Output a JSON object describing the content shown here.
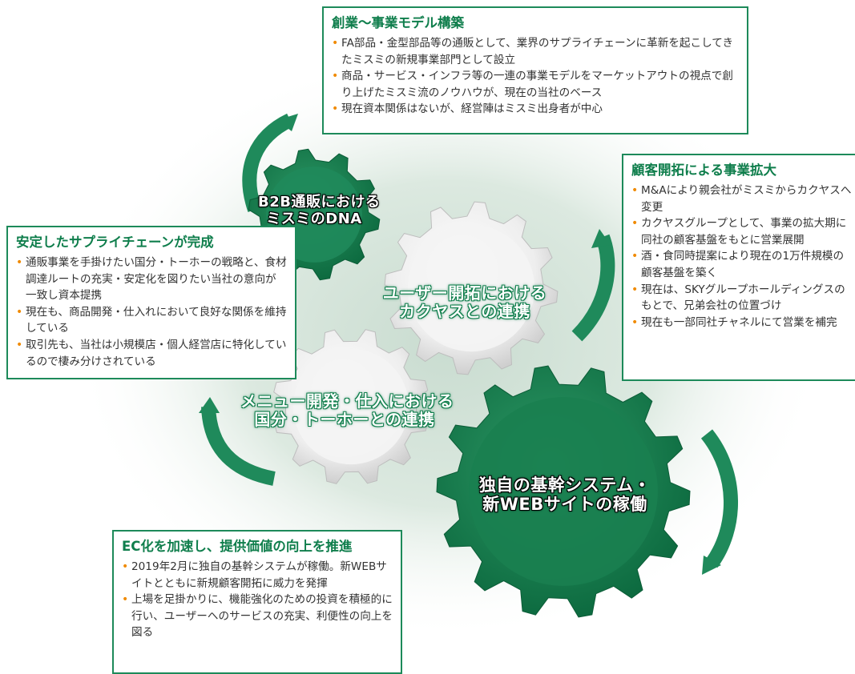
{
  "boxes": {
    "founding": {
      "title": "創業〜事業モデル構築",
      "items": [
        "FA部品・金型部品等の通販として、業界のサプライチェーンに革新を起こしてきたミスミの新規事業部門として設立",
        "商品・サービス・インフラ等の一連の事業モデルをマーケットアウトの視点で創り上げたミスミ流のノウハウが、現在の当社のベース",
        "現在資本関係はないが、経営陣はミスミ出身者が中心"
      ]
    },
    "customer": {
      "title": "顧客開拓による事業拡大",
      "items": [
        "M&Aにより親会社がミスミからカクヤスへ変更",
        "カクヤスグループとして、事業の拡大期に同社の顧客基盤をもとに営業展開",
        "酒・食同時提案により現在の1万件規模の顧客基盤を築く",
        "現在は、SKYグループホールディングスのもとで、兄弟会社の位置づけ",
        "現在も一部同社チャネルにて営業を補完"
      ]
    },
    "supply": {
      "title": "安定したサプライチェーンが完成",
      "items": [
        "通販事業を手掛けたい国分・トーホーの戦略と、食材調達ルートの充実・安定化を図りたい当社の意向が一致し資本提携",
        "現在も、商品開発・仕入れにおいて良好な関係を維持している",
        "取引先も、当社は小規模店・個人経営店に特化しているので棲み分けされている"
      ]
    },
    "ec": {
      "title": "EC化を加速し、提供価値の向上を推進",
      "items": [
        "2019年2月に独自の基幹システムが稼働。新WEBサイトとともに新規顧客開拓に威力を発揮",
        "上場を足掛かりに、機能強化のための投資を積極的に行い、ユーザーへのサービスの充実、利便性の向上を図る"
      ]
    }
  },
  "gears": {
    "dna": [
      "B2B通販における",
      "ミスミのDNA"
    ],
    "kakuyasu": [
      "ユーザー開拓における",
      "カクヤスとの連携"
    ],
    "kokubu": [
      "メニュー開発・仕入における",
      "国分・トーホーとの連携"
    ],
    "system": [
      "独自の基幹システム・",
      "新WEBサイトの稼働"
    ]
  },
  "colors": {
    "green": "#1f8a5b",
    "dark_green": "#0f6e44",
    "bullet": "#f08a00",
    "gear_white": "#f4f4f4"
  }
}
